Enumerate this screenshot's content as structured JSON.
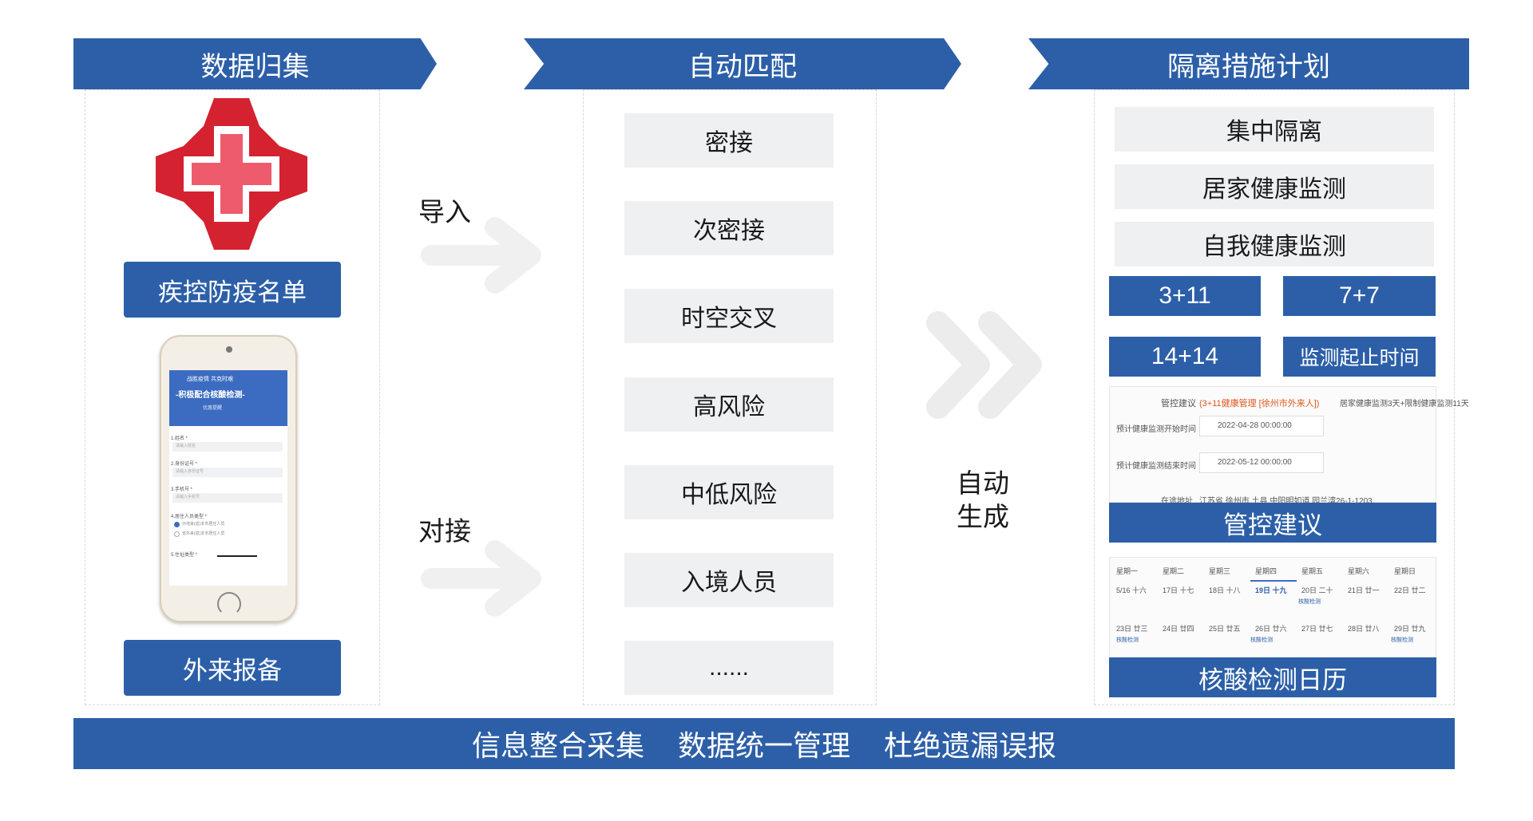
{
  "headers": {
    "collect": "数据归集",
    "match": "自动匹配",
    "plan": "隔离措施计划"
  },
  "sources": {
    "cdc_list": "疾控防疫名单",
    "external_report": "外来报备"
  },
  "phone_form": {
    "banner_line1": "战胜疫情 共克时艰",
    "banner_line2": "-积极配合核酸检测-",
    "banner_small": "优惠提醒",
    "fields": [
      "1.姓名 *",
      "2.身份证号 *",
      "3.手机号 *",
      "4.居住人员类型 *",
      "5.住址类型 *"
    ],
    "placeholders": [
      "请输入姓名",
      "请输入身份证号",
      "请输入手机号"
    ],
    "options": [
      "外地来(返)本市居住人员",
      "省外来(返)本市居住人员"
    ]
  },
  "flow_labels": {
    "import": "导入",
    "dock": "对接",
    "auto_gen": [
      "自动",
      "生成"
    ]
  },
  "match_items": [
    "密接",
    "次密接",
    "时空交叉",
    "高风险",
    "中低风险",
    "入境人员",
    "......"
  ],
  "plan_items": [
    "集中隔离",
    "居家健康监测",
    "自我健康监测"
  ],
  "combos": [
    "3+11",
    "7+7",
    "14+14",
    "监测起止时间"
  ],
  "advice_shot": {
    "row1_label": "管控建议",
    "row1_value": "(3+11健康管理 [徐州市外来人])",
    "row1_tail": "居家健康监测3天+限制健康监测11天",
    "row2_label": "预计健康监测开始时间",
    "row2_value": "2022-04-28 00:00:00",
    "row3_label": "预计健康监测结束时间",
    "row3_value": "2022-05-12 00:00:00",
    "row4_label": "在途地址",
    "row4_value": "江苏省 徐州市 土县 中阳明如道 园兰湾26-1-1203",
    "caption": "管控建议"
  },
  "calendar_shot": {
    "weekdays": [
      "星期一",
      "星期二",
      "星期三",
      "星期四",
      "星期五",
      "星期六",
      "星期日"
    ],
    "week1": [
      "5/16 十六",
      "17日 十七",
      "18日 十八",
      "19日 十九",
      "20日 二十",
      "21日 廿一",
      "22日 廿二"
    ],
    "week2": [
      "23日 廿三",
      "24日 廿四",
      "25日 廿五",
      "26日 廿六",
      "27日 廿七",
      "28日 廿八",
      "29日 廿九"
    ],
    "tag": "核酸检测",
    "caption": "核酸检测日历"
  },
  "footer": [
    "信息整合采集",
    "数据统一管理",
    "杜绝遗漏误报"
  ],
  "colors": {
    "brand_blue": "#2c5fa8",
    "box_grey": "#eff0f2",
    "cross_red": "#d42230",
    "advice_orange": "#e0561b"
  }
}
